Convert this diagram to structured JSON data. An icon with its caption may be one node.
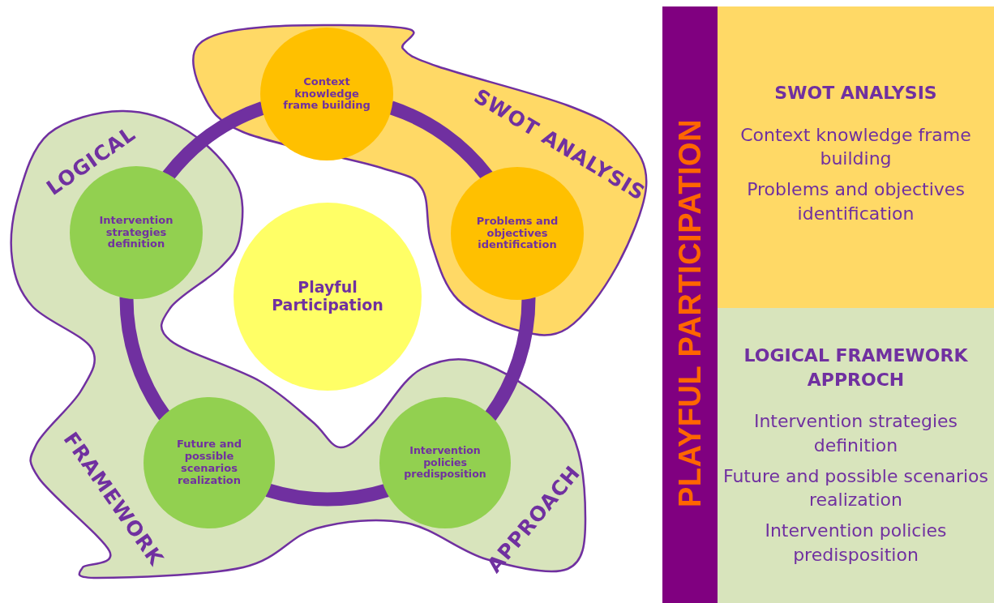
{
  "diagram": {
    "nodes": [
      {
        "text": [
          "SWOT ANALYSIS"
        ]
      },
      {
        "text": [
          "Context knowledge frame building"
        ],
        "in": 0
      },
      {
        "text": [
          "Problems and objectives identification"
        ],
        "in": 0
      },
      {
        "text": [
          "LOGICAL",
          "FRAMEWORK",
          "APPROACH"
        ]
      },
      {
        "text": [
          "Intervention strategies definition"
        ],
        "in": 3
      },
      {
        "text": [
          "Future and possible scenarios realization"
        ],
        "in": 3
      },
      {
        "text": [
          "Intervention policies predisposition"
        ],
        "in": 3
      },
      {
        "text": [
          "Playful Participation"
        ]
      },
      {
        "text": [
          "PLAYFUL PARTICIPATION"
        ]
      },
      {
        "text": [
          "SWOT ANALYSIS",
          "Context knowledge frame building",
          "Problems and objectives identification"
        ]
      },
      {
        "text": [
          "LOGICAL FRAMEWORK APPROCH",
          "Intervention strategies definition",
          "Future and possible scenarios realization",
          "Intervention policies predisposition"
        ]
      }
    ],
    "edges": [
      {
        "from": 1,
        "to": 2,
        "arrow": "none"
      },
      {
        "from": 2,
        "to": 6,
        "arrow": "none"
      },
      {
        "from": 6,
        "to": 5,
        "arrow": "none"
      },
      {
        "from": 5,
        "to": 4,
        "arrow": "none"
      },
      {
        "from": 4,
        "to": 1,
        "arrow": "none"
      }
    ]
  }
}
